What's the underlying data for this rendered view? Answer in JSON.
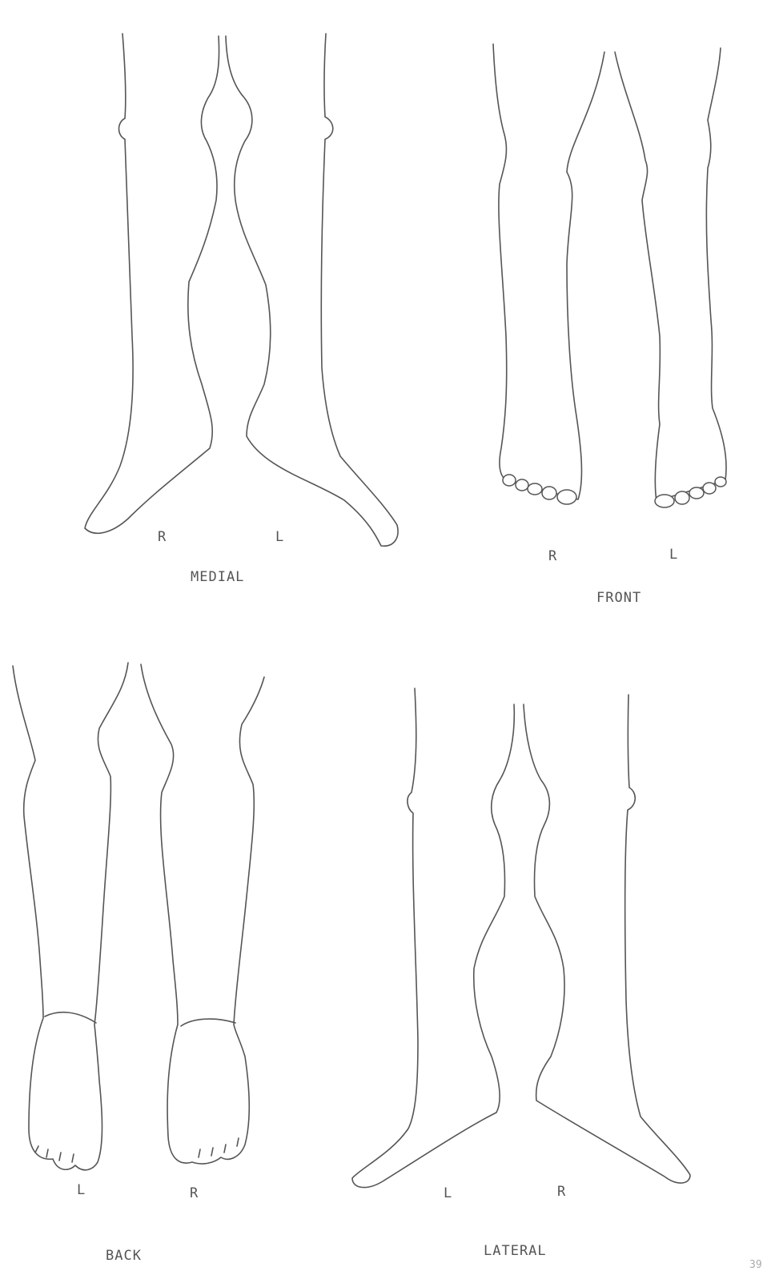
{
  "views": {
    "medial": {
      "caption": "MEDIAL",
      "left_label": "R",
      "right_label": "L"
    },
    "front": {
      "caption": "FRONT",
      "left_label": "R",
      "right_label": "L"
    },
    "back": {
      "caption": "BACK",
      "left_label": "L",
      "right_label": "R"
    },
    "lateral": {
      "caption": "LATERAL",
      "left_label": "L",
      "right_label": "R"
    }
  },
  "page_number": "39",
  "colors": {
    "line": "#555555",
    "background": "#ffffff"
  }
}
